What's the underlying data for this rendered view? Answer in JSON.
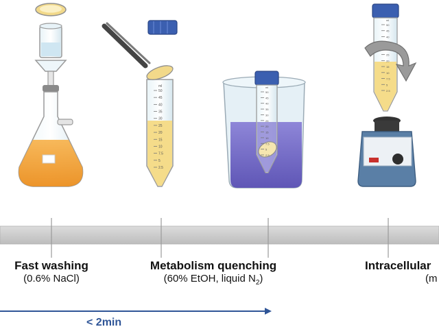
{
  "steps": [
    {
      "title": "Fast washing",
      "detail": "(0.6% NaCl)",
      "detail_sub": ""
    },
    {
      "title": "Metabolism quenching",
      "detail": "(60% EtOH, liquid N",
      "detail_sub": "2",
      "detail_end": ")"
    },
    {
      "title": "Intracellular",
      "detail": "(m",
      "detail_sub": ""
    }
  ],
  "tube_scale": [
    "50",
    "45",
    "40",
    "35",
    "30",
    "25",
    "20",
    "15",
    "10",
    "7.5",
    "5",
    "2.5"
  ],
  "tube_unit": "ml",
  "timer_label": "< 2min",
  "colors": {
    "timeline": "#c9c9c9",
    "arrow": "#2f5597",
    "orange_medium": "#f3a43a",
    "yellow_medium": "#f5dc8a",
    "purple_bath": "#7a72c9",
    "cap_blue": "#3b5fb0",
    "glass": "#dfeef5",
    "vortexer": "#5a7fa6"
  }
}
